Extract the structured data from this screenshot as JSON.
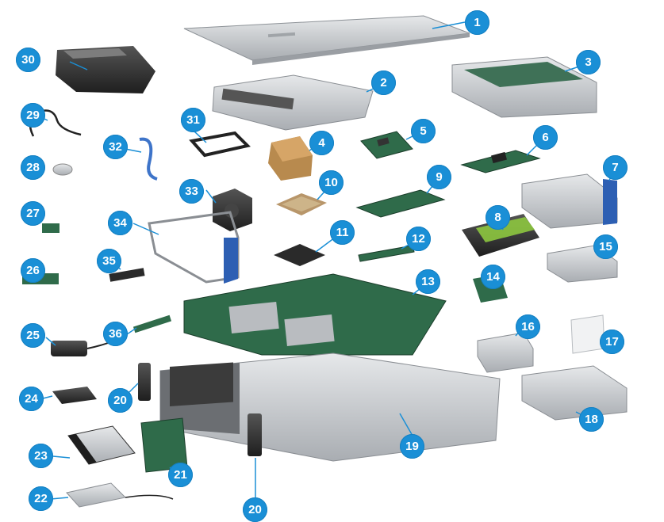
{
  "diagram": {
    "parts": [
      {
        "id": "1",
        "label": "1"
      },
      {
        "id": "2",
        "label": "2"
      },
      {
        "id": "3",
        "label": "3"
      },
      {
        "id": "4",
        "label": "4"
      },
      {
        "id": "5",
        "label": "5"
      },
      {
        "id": "6",
        "label": "6"
      },
      {
        "id": "7",
        "label": "7"
      },
      {
        "id": "8",
        "label": "8"
      },
      {
        "id": "9",
        "label": "9"
      },
      {
        "id": "10",
        "label": "10"
      },
      {
        "id": "11",
        "label": "11"
      },
      {
        "id": "12",
        "label": "12"
      },
      {
        "id": "13",
        "label": "13"
      },
      {
        "id": "14",
        "label": "14"
      },
      {
        "id": "15",
        "label": "15"
      },
      {
        "id": "16",
        "label": "16"
      },
      {
        "id": "17",
        "label": "17"
      },
      {
        "id": "18",
        "label": "18"
      },
      {
        "id": "19",
        "label": "19"
      },
      {
        "id": "20a",
        "label": "20"
      },
      {
        "id": "20b",
        "label": "20"
      },
      {
        "id": "21",
        "label": "21"
      },
      {
        "id": "22",
        "label": "22"
      },
      {
        "id": "23",
        "label": "23"
      },
      {
        "id": "24",
        "label": "24"
      },
      {
        "id": "25",
        "label": "25"
      },
      {
        "id": "26",
        "label": "26"
      },
      {
        "id": "27",
        "label": "27"
      },
      {
        "id": "28",
        "label": "28"
      },
      {
        "id": "29",
        "label": "29"
      },
      {
        "id": "30",
        "label": "30"
      },
      {
        "id": "31",
        "label": "31"
      },
      {
        "id": "32",
        "label": "32"
      },
      {
        "id": "33",
        "label": "33"
      },
      {
        "id": "34",
        "label": "34"
      },
      {
        "id": "35",
        "label": "35"
      },
      {
        "id": "36",
        "label": "36"
      }
    ],
    "colors": {
      "callout": "#1a8fd6",
      "metal": "#b9bcc0",
      "pcb_green": "#2f6b4a",
      "dark": "#2b2b2b"
    }
  }
}
